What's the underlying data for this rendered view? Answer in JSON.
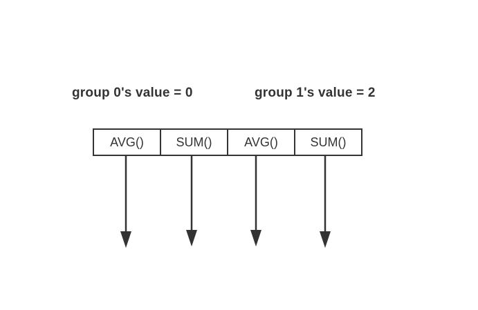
{
  "labels": {
    "group0": "group 0's value = 0",
    "group1": "group 1's value = 2"
  },
  "cells": [
    "AVG()",
    "SUM()",
    "AVG()",
    "SUM()"
  ],
  "colors": {
    "stroke": "#333333",
    "text": "#333333",
    "background": "#ffffff"
  }
}
